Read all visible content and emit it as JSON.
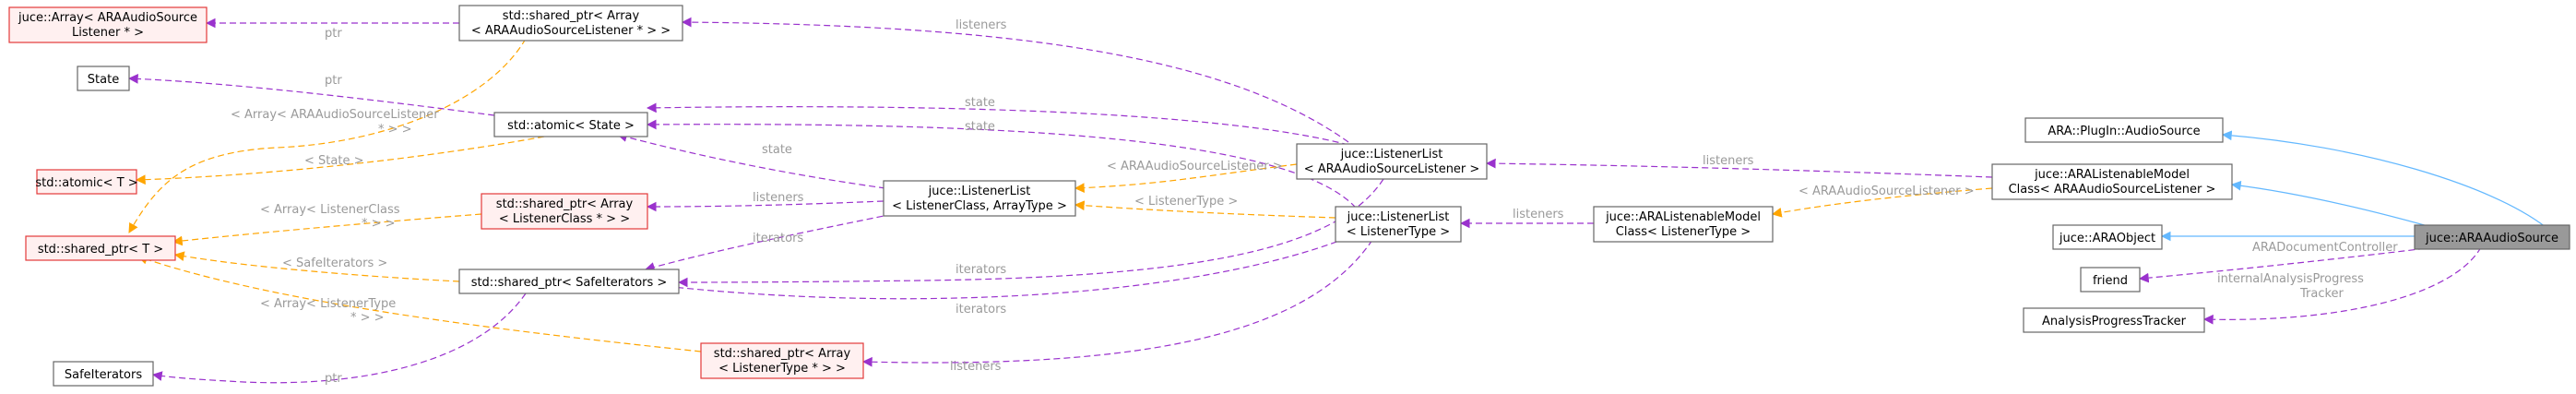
{
  "nodes": {
    "juceArray": [
      "juce::Array< ARAAudioSource",
      "Listener * >"
    ],
    "sharedPtrArrayAudioSource": [
      "std::shared_ptr< Array",
      "< ARAAudioSourceListener * > >"
    ],
    "state": [
      "State"
    ],
    "atomicState": [
      "std::atomic< State >"
    ],
    "atomicT": [
      "std::atomic< T >"
    ],
    "sharedPtrT": [
      "std::shared_ptr< T >"
    ],
    "sharedPtrArrayListenerClass": [
      "std::shared_ptr< Array",
      "< ListenerClass * > >"
    ],
    "listenerListClass": [
      "juce::ListenerList",
      "< ListenerClass, ArrayType >"
    ],
    "sharedPtrSafeIterators": [
      "std::shared_ptr< SafeIterators >"
    ],
    "safeIterators": [
      "SafeIterators"
    ],
    "sharedPtrArrayListenerType": [
      "std::shared_ptr< Array",
      "< ListenerType * > >"
    ],
    "listenerListAudioSource": [
      "juce::ListenerList",
      "< ARAAudioSourceListener >"
    ],
    "listenerListType": [
      "juce::ListenerList",
      "< ListenerType >"
    ],
    "listenableModelType": [
      "juce::ARAListenableModel",
      "Class< ListenerType >"
    ],
    "pluginAudioSource": [
      "ARA::PlugIn::AudioSource"
    ],
    "listenableModelAudioSource": [
      "juce::ARAListenableModel",
      "Class< ARAAudioSourceListener >"
    ],
    "araObject": [
      "juce::ARAObject"
    ],
    "friend": [
      "friend"
    ],
    "analysisTracker": [
      "AnalysisProgressTracker"
    ],
    "araAudioSource": [
      "juce::ARAAudioSource"
    ]
  },
  "edges": {
    "ptr": "ptr",
    "listeners": "listeners",
    "state": "state",
    "iterators": "iterators",
    "arrayAudioSourceListener": [
      "< Array< ARAAudioSourceListener",
      "* > >"
    ],
    "stateTpl": "< State >",
    "arrayListenerClass": [
      "< Array< ListenerClass",
      "* > >"
    ],
    "safeIteratorsTpl": "< SafeIterators >",
    "arrayListenerType": [
      "< Array< ListenerType",
      "* > >"
    ],
    "audioSourceListenerTpl": "< ARAAudioSourceListener >",
    "listenerTypeTpl": "< ListenerType >",
    "documentController": "ARADocumentController",
    "internalTracker": [
      "internalAnalysisProgress",
      "Tracker"
    ]
  },
  "colors": {
    "usage": "#9a32cd",
    "template": "#ffa500",
    "inheritance": "#63b8ff",
    "templateBorder": "#e33a3a",
    "focusFill": "#999999"
  }
}
